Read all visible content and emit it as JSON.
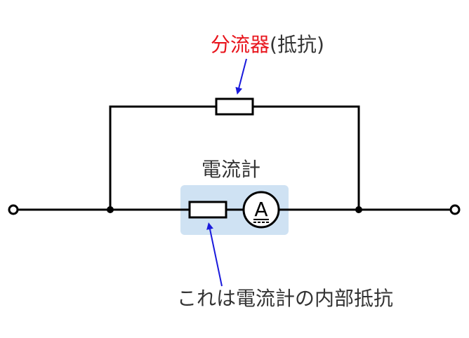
{
  "labels": {
    "shunt_name": "分流器",
    "shunt_suffix": "(抵抗)",
    "ammeter_name": "電流計",
    "internal_resistance_note": "これは電流計の内部抵抗",
    "meter_symbol": "A"
  },
  "colors": {
    "accent": "#e8141c",
    "arrow": "#1a1adc",
    "highlight": "#cfe2f3",
    "wire": "#000000",
    "text": "#333333"
  }
}
